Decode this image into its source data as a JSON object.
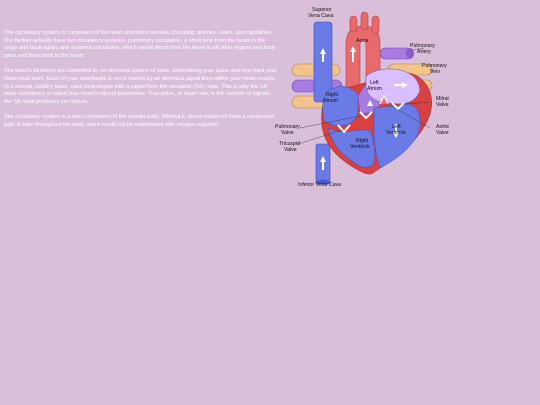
{
  "paragraphs": [
    "The circulatory system is composed of the heart and blood vessels, including: arteries, veins, and capillaries. Our bodies actually have two circulatory systems: pulmonary circulation, a short loop from the heart to the lungs and back again, and systemic circulation, which sends blood from the heart to all other organs and body parts and then back to the heart.",
    "The heart's functions are controlled by an electrical system of sorts, determining your pulse and how hard your heart must work. Each of your heartbeats is set in motion by an electrical signal from within your heart muscle. In a normal, healthy heart, each beat begins with a signal from the sinoatrial (SA) node. This is why the SA node sometimes is called your heart's natural pacemaker. Your pulse, or heart rate, is the number of signals the SA node produces per minute.",
    "The circulatory system is a vital component of the human body. Without it, blood would not have a continuous path to take throughout the body and it would not be replenished with oxygen regularly."
  ],
  "diagram": {
    "labels": {
      "svc_1": "Superior",
      "svc_2": "Vena Cava",
      "aorta": "Aorta",
      "pa_1": "Pulmonary",
      "pa_2": "Artery",
      "pv_1": "Pulmonary",
      "pv_2": "Vein",
      "la_1": "Left",
      "la_2": "Atrium",
      "ra_1": "Right",
      "ra_2": "Atrium",
      "mv_1": "Mitral",
      "mv_2": "Valve",
      "pulv_1": "Pulmonary",
      "pulv_2": "Valve",
      "lv_1": "Left",
      "lv_2": "Ventricle",
      "av_1": "Aortic",
      "av_2": "Valve",
      "tv_1": "Tricuspid",
      "tv_2": "Valve",
      "rv_1": "Right",
      "rv_2": "Ventricle",
      "ivc": "Inferior Vena Cava"
    },
    "colors": {
      "background": "#d9bfda",
      "deoxygenated": "#6a7ae6",
      "deoxygenated_dark": "#4a5bd2",
      "oxygenated": "#e86b6b",
      "oxygenated_dark": "#cf3f48",
      "pulmonary_artery": "#a77be0",
      "pulmonary_vein": "#f2c48c",
      "muscle": "#d94040",
      "valve": "#ffffff"
    }
  }
}
